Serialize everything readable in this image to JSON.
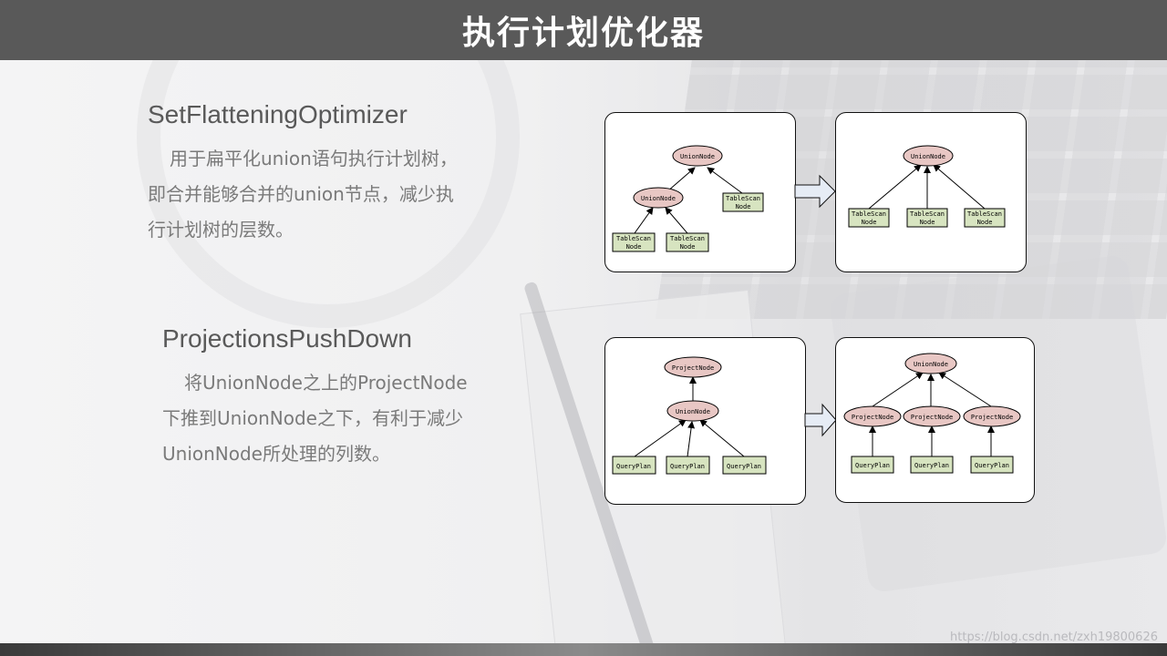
{
  "header": {
    "title": "执行计划优化器"
  },
  "sections": [
    {
      "heading": "SetFlatteningOptimizer",
      "lines": [
        "用于扁平化union语句执行计划树，",
        "即合并能够合并的union节点，减少执",
        "行计划树的层数。"
      ]
    },
    {
      "heading": "ProjectionsPushDown",
      "lines": [
        "将UnionNode之上的ProjectNode",
        "下推到UnionNode之下，有利于减少",
        "UnionNode所处理的列数。"
      ]
    }
  ],
  "diagrams": {
    "flatten_before": {
      "root": "UnionNode",
      "child_union": "UnionNode",
      "scan_right": [
        "TableScan",
        "Node"
      ],
      "scan_left_a": [
        "TableScan",
        "Node"
      ],
      "scan_left_b": [
        "TableScan",
        "Node"
      ]
    },
    "flatten_after": {
      "root": "UnionNode",
      "scans": [
        [
          "TableScan",
          "Node"
        ],
        [
          "TableScan",
          "Node"
        ],
        [
          "TableScan",
          "Node"
        ]
      ]
    },
    "push_before": {
      "project": "ProjectNode",
      "union": "UnionNode",
      "plans": [
        "QueryPlan",
        "QueryPlan",
        "QueryPlan"
      ]
    },
    "push_after": {
      "union": "UnionNode",
      "projects": [
        "ProjectNode",
        "ProjectNode",
        "ProjectNode"
      ],
      "plans": [
        "QueryPlan",
        "QueryPlan",
        "QueryPlan"
      ]
    }
  },
  "colors": {
    "ellipse_fill": "#e8c7c4",
    "box_fill": "#d7e4c0",
    "header_bg": "#595959"
  },
  "footer": {
    "watermark": "https://blog.csdn.net/zxh19800626"
  }
}
